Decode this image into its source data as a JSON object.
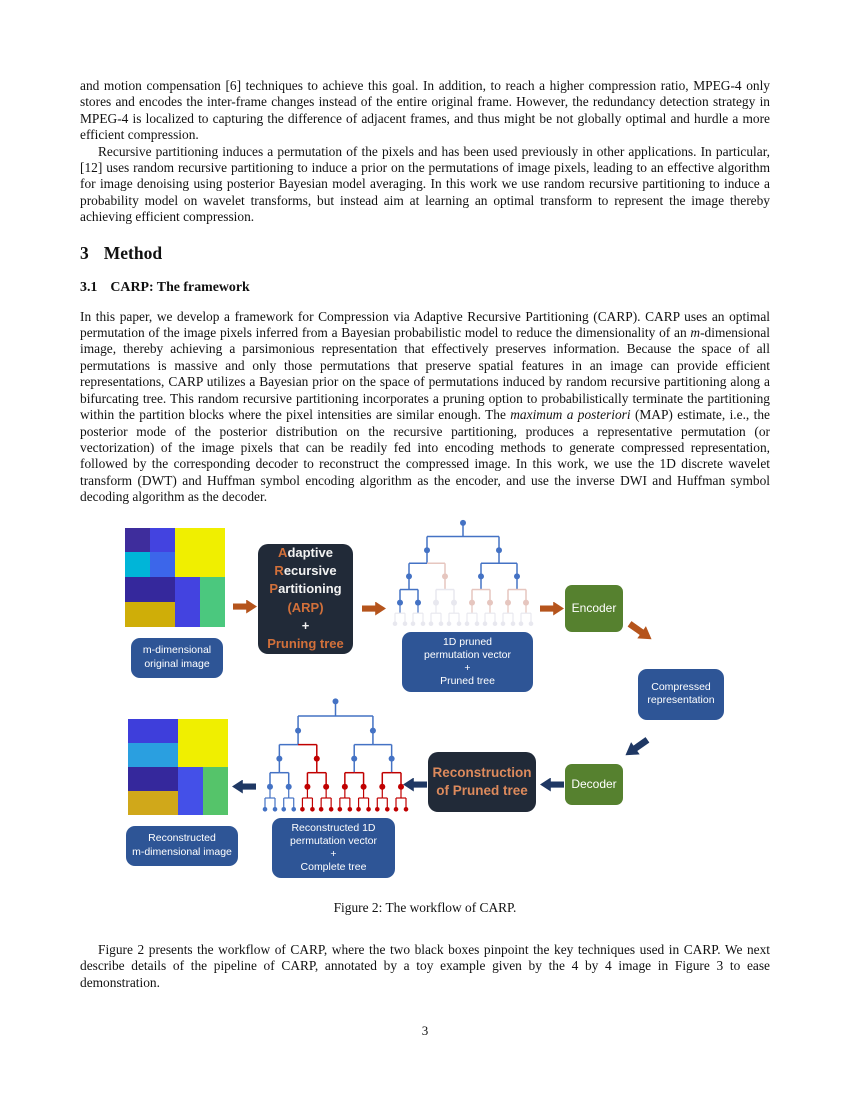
{
  "article": {
    "para1": "and motion compensation [6] techniques to achieve this goal. In addition, to reach a higher compression ratio, MPEG-4 only stores and encodes the inter-frame changes instead of the entire original frame. However, the redundancy detection strategy in MPEG-4 is localized to capturing the difference of adjacent frames, and thus might be not globally optimal and hurdle a more efficient compression.",
    "para2": "Recursive partitioning induces a permutation of the pixels and has been used previously in other applications. In particular, [12] uses random recursive partitioning to induce a prior on the permutations of image pixels, leading to an effective algorithm for image denoising using posterior Bayesian model averaging. In this work we use random recursive partitioning to induce a probability model on wavelet transforms, but instead aim at learning an optimal transform to represent the image thereby achieving efficient compression.",
    "section": {
      "number": "3",
      "title": "Method"
    },
    "subsection": {
      "number": "3.1",
      "title": "CARP: The framework"
    },
    "para3_segments": [
      {
        "t": "In this paper, we develop a framework for Compression via Adaptive Recursive Partitioning (CARP). CARP uses an optimal permutation of the image pixels inferred from a Bayesian probabilistic model to reduce the dimensionality of an ",
        "i": false
      },
      {
        "t": "m",
        "i": true
      },
      {
        "t": "-dimensional image, thereby achieving a parsimonious representation that effectively preserves information. Because the space of all permutations is massive and only those permutations that preserve spatial features in an image can provide efficient representations, CARP utilizes a Bayesian prior on the space of permutations induced by random recursive partitioning along a bifurcating tree. This random recursive partitioning incorporates a pruning option to probabilistically terminate the partitioning within the partition blocks where the pixel intensities are similar enough. The ",
        "i": false
      },
      {
        "t": "maximum a posteriori",
        "i": true
      },
      {
        "t": " (MAP) estimate, i.e., the posterior mode of the posterior distribution on the recursive partitioning, produces a representative permutation (or vectorization) of the image pixels that can be readily fed into encoding methods to generate compressed representation, followed by the corresponding decoder to reconstruct the compressed image. In this work, we use the 1D discrete wavelet transform (DWT) and Huffman symbol encoding algorithm as the encoder, and use the inverse DWI and Huffman symbol decoding algorithm as the decoder.",
        "i": false
      }
    ],
    "figure_caption": "Figure 2: The workflow of CARP.",
    "para4": "Figure 2 presents the workflow of CARP, where the two black boxes pinpoint the key techniques used in CARP. We next describe details of the pipeline of CARP, annotated by a toy example given by the 4 by 4 image in Figure 3 to ease demonstration.",
    "page_number": "3"
  },
  "figure": {
    "palette": {
      "purple": "#3e2d9c",
      "blue": "#4343e0",
      "blue2": "#3c66ea",
      "cyan": "#00b5d8",
      "yellow": "#f0ef00",
      "indigo": "#35289c",
      "green": "#4bc87e",
      "gold": "#cfae08",
      "rblue": "#3e3edb",
      "rcyan": "#2a9fe0",
      "rgreen": "#55c46a",
      "rgold": "#d0a81a",
      "rbluecell": "#4450e8"
    },
    "colors": {
      "label_box": "#2e5596",
      "green_box": "#56812f",
      "black_box": "#212a38",
      "orange_arrow": "#b5541c",
      "navy_arrow": "#1f3864",
      "arp_orange": "#d2703a",
      "white": "#f2f2f2",
      "recon_text": "#dd8a5c",
      "tree_blue": "#4472c4",
      "tree_red": "#c00000",
      "tree_faded_pink": "#e6c6bf",
      "tree_faded_grey": "#e8e8ef"
    },
    "original_image": {
      "rows": [
        [
          "purple",
          "blue",
          "yellow",
          "yellow"
        ],
        [
          "cyan",
          "blue2",
          "yellow",
          "yellow"
        ],
        [
          "indigo",
          "indigo",
          "blue",
          "green"
        ],
        [
          "gold",
          "gold",
          "blue",
          "green"
        ]
      ]
    },
    "reconstructed_image": {
      "rows": [
        [
          "rblue",
          "rblue",
          "yellow",
          "yellow"
        ],
        [
          "rcyan",
          "rcyan",
          "yellow",
          "yellow"
        ],
        [
          "indigo",
          "indigo",
          "rbluecell",
          "rgreen"
        ],
        [
          "rgold",
          "rgold",
          "rbluecell",
          "rgreen"
        ]
      ]
    },
    "arp_box": {
      "lines": [
        [
          {
            "t": "A",
            "c": "o"
          },
          {
            "t": "daptive",
            "c": "w"
          }
        ],
        [
          {
            "t": "R",
            "c": "o"
          },
          {
            "t": "ecursive",
            "c": "w"
          }
        ],
        [
          {
            "t": "P",
            "c": "o"
          },
          {
            "t": "artitioning",
            "c": "w"
          }
        ],
        [
          {
            "t": "(ARP)",
            "c": "o"
          }
        ],
        [
          {
            "t": "+",
            "c": "w"
          }
        ],
        [
          {
            "t": "Pruning tree",
            "c": "o"
          }
        ]
      ]
    },
    "labels": {
      "original_image": [
        "m-dimensional",
        "original image"
      ],
      "pruned_vector": [
        "1D pruned",
        "permutation vector",
        "+",
        "Pruned tree"
      ],
      "encoder": "Encoder",
      "compressed": [
        "Compressed",
        "representation"
      ],
      "decoder": "Decoder",
      "reconstruction_box": [
        "Reconstruction",
        "of Pruned tree"
      ],
      "reconstructed_vector": [
        "Reconstructed 1D",
        "permutation vector",
        "+",
        "Complete tree"
      ],
      "reconstructed_image": [
        "Reconstructed",
        "m-dimensional image"
      ]
    },
    "trees": {
      "pruned": {
        "levels": [
          [
            "b"
          ],
          [
            "b",
            "b"
          ],
          [
            "b",
            "f",
            "b",
            "b"
          ],
          [
            "b",
            "b",
            "g",
            "g",
            "p",
            "p",
            "p",
            "p"
          ],
          [
            "g",
            "g",
            "g",
            "g",
            "g",
            "g",
            "g",
            "g",
            "g",
            "g",
            "g",
            "g",
            "g",
            "g",
            "g",
            "g"
          ]
        ]
      },
      "complete": {
        "levels": [
          [
            "b"
          ],
          [
            "b",
            "b"
          ],
          [
            "b",
            "r",
            "b",
            "b"
          ],
          [
            "b",
            "b",
            "r",
            "r",
            "r",
            "r",
            "r",
            "r"
          ],
          [
            "b",
            "b",
            "b",
            "b",
            "r",
            "r",
            "r",
            "r",
            "r",
            "r",
            "r",
            "r",
            "r",
            "r",
            "r",
            "r"
          ]
        ]
      }
    }
  }
}
